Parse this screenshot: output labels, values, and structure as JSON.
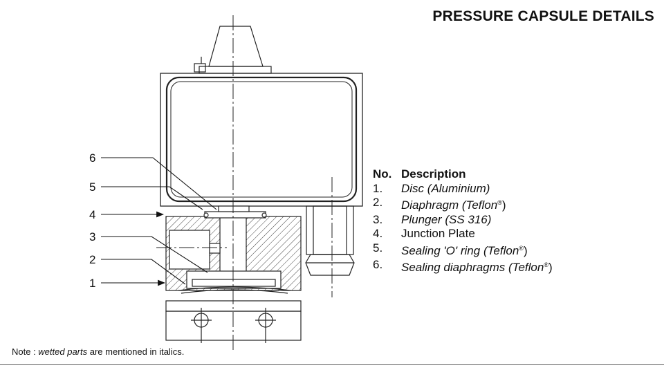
{
  "title": "PRESSURE CAPSULE DETAILS",
  "table": {
    "header_no": "No.",
    "header_description": "Description",
    "rows": [
      {
        "no": "1.",
        "text": "Disc (Aluminium)",
        "sup": "",
        "close": "",
        "italic": true
      },
      {
        "no": "2.",
        "text": "Diaphragm (Teflon",
        "sup": "®",
        "close": ")",
        "italic": true
      },
      {
        "no": "3.",
        "text": "Plunger (SS 316)",
        "sup": "",
        "close": "",
        "italic": true
      },
      {
        "no": "4.",
        "text": "Junction Plate",
        "sup": "",
        "close": "",
        "italic": false
      },
      {
        "no": "5.",
        "text": "Sealing 'O' ring (Teflon",
        "sup": "®",
        "close": ")",
        "italic": true
      },
      {
        "no": "6.",
        "text": "Sealing diaphragms (Teflon",
        "sup": "®",
        "close": ")",
        "italic": true
      }
    ]
  },
  "callouts": [
    "6",
    "5",
    "4",
    "3",
    "2",
    "1"
  ],
  "note": {
    "prefix": "Note : ",
    "emphasis": "wetted parts",
    "suffix": " are mentioned in italics."
  }
}
